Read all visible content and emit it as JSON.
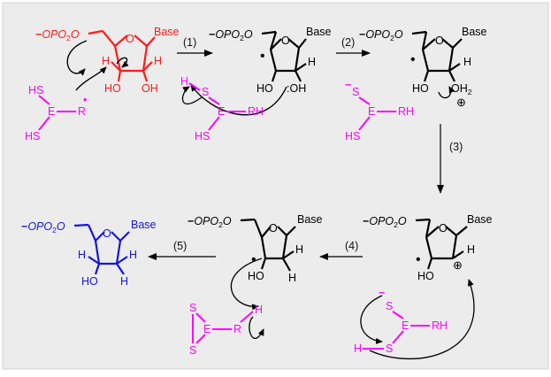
{
  "colors": {
    "frame_bg": "#ececec",
    "red": "#ff1a1a",
    "black": "#000000",
    "magenta": "#ff00ff",
    "blue": "#1515e0"
  },
  "labels": {
    "phosphate_prefix": "OPO",
    "phosphate_sub": "2",
    "phosphate_o": "O",
    "base": "Base",
    "h": "H",
    "ho": "HO",
    "oh": "OH",
    "colon_oh": ":OH",
    "oh2_o": "OH",
    "oh2_sub": "2",
    "hs": "HS",
    "s": "S",
    "e": "E",
    "r": "R",
    "rh": "RH",
    "dot": "•",
    "plus": "⊕"
  },
  "steps": [
    "(1)",
    "(2)",
    "(3)",
    "(4)",
    "(5)"
  ]
}
